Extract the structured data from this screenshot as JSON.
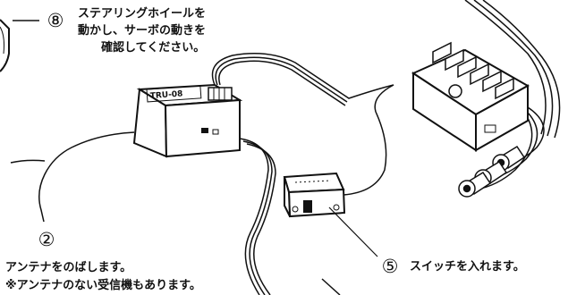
{
  "steps": [
    {
      "number": "⑧",
      "lines": [
        "ステアリングホイールを",
        "動かし、サーボの動きを",
        "確認してください。"
      ]
    },
    {
      "number": "②",
      "lines": [
        "アンテナをのばします。",
        "※アンテナのない受信機もあります。"
      ]
    },
    {
      "number": "⑤",
      "lines": [
        "スイッチを入れます。"
      ]
    }
  ],
  "device_labels": {
    "receiver_model": "TRU-08"
  },
  "colors": {
    "line": "#111111",
    "background": "#ffffff"
  }
}
